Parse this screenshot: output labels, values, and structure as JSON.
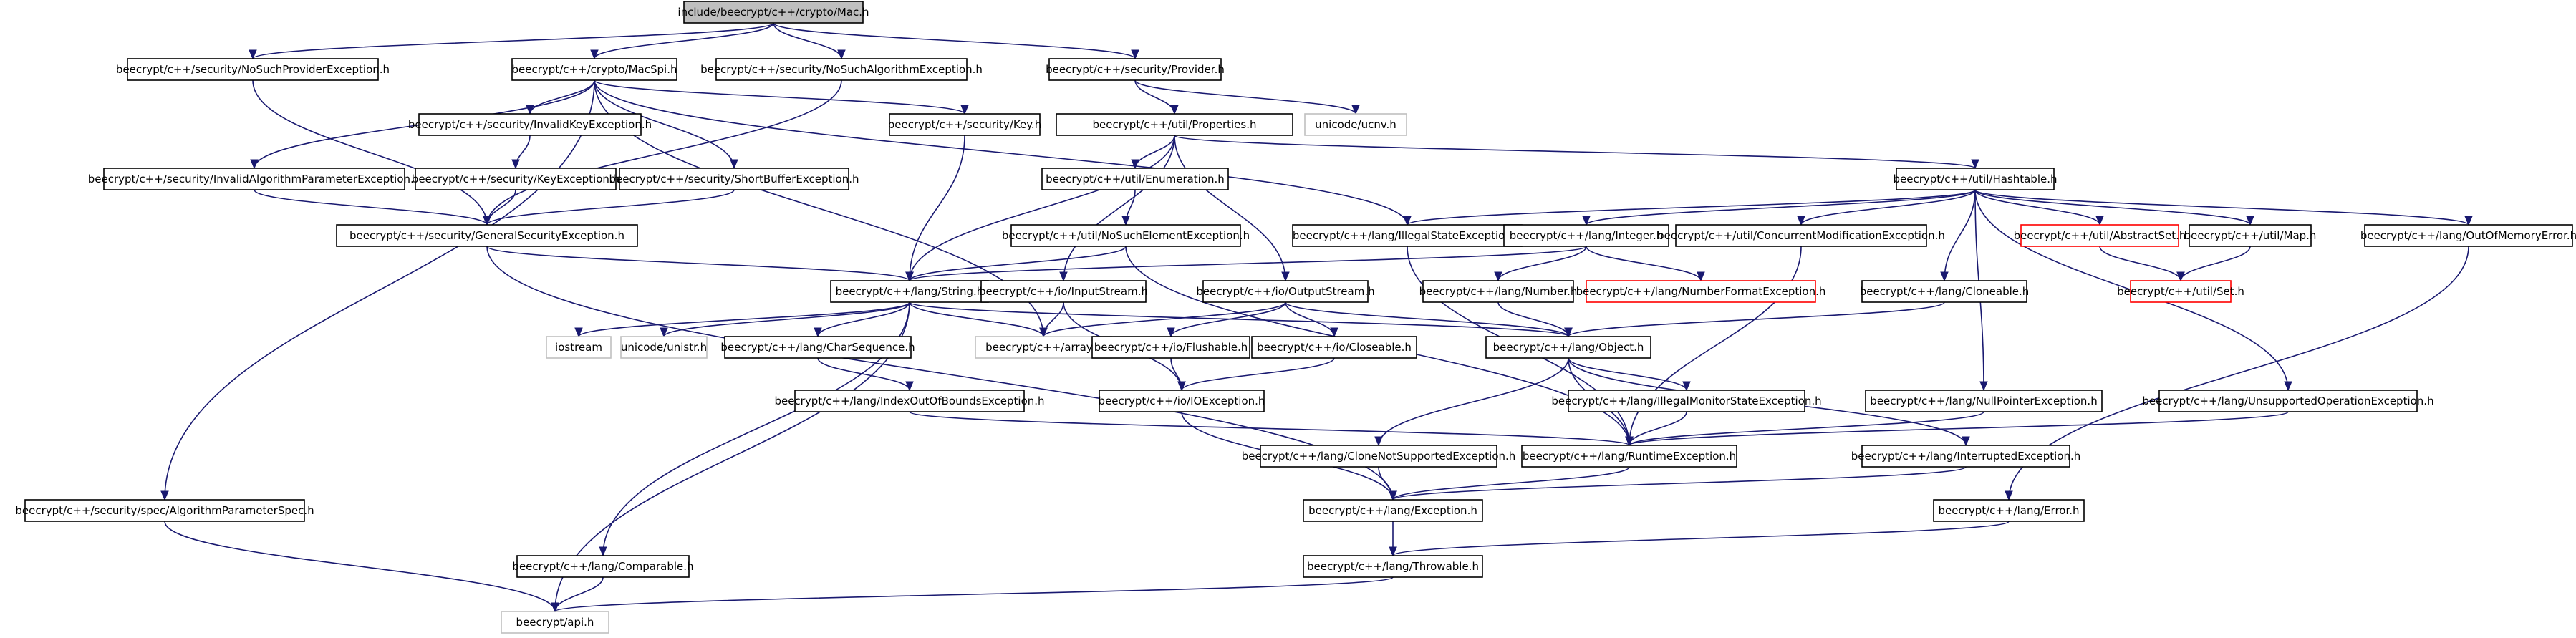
{
  "graph": {
    "nodes": [
      {
        "id": "mac",
        "label": "include/beecrypt/c++/crypto/Mac.h",
        "kind": "root"
      },
      {
        "id": "nsprov",
        "label": "beecrypt/c++/security/NoSuchProviderException.h"
      },
      {
        "id": "macspi",
        "label": "beecrypt/c++/crypto/MacSpi.h"
      },
      {
        "id": "nsalg",
        "label": "beecrypt/c++/security/NoSuchAlgorithmException.h"
      },
      {
        "id": "provider",
        "label": "beecrypt/c++/security/Provider.h"
      },
      {
        "id": "invkey",
        "label": "beecrypt/c++/security/InvalidKeyException.h"
      },
      {
        "id": "key",
        "label": "beecrypt/c++/security/Key.h"
      },
      {
        "id": "props",
        "label": "beecrypt/c++/util/Properties.h"
      },
      {
        "id": "ucnv",
        "label": "unicode/ucnv.h",
        "kind": "external"
      },
      {
        "id": "invalgparam",
        "label": "beecrypt/c++/security/InvalidAlgorithmParameterException.h"
      },
      {
        "id": "keyex",
        "label": "beecrypt/c++/security/KeyException.h"
      },
      {
        "id": "shortbuf",
        "label": "beecrypt/c++/security/ShortBufferException.h"
      },
      {
        "id": "enumeration",
        "label": "beecrypt/c++/util/Enumeration.h"
      },
      {
        "id": "hashtable",
        "label": "beecrypt/c++/util/Hashtable.h"
      },
      {
        "id": "gensec",
        "label": "beecrypt/c++/security/GeneralSecurityException.h"
      },
      {
        "id": "nosuchelem",
        "label": "beecrypt/c++/util/NoSuchElementException.h"
      },
      {
        "id": "illegalstate",
        "label": "beecrypt/c++/lang/IllegalStateException.h"
      },
      {
        "id": "integer",
        "label": "beecrypt/c++/lang/Integer.h"
      },
      {
        "id": "concmod",
        "label": "beecrypt/c++/util/ConcurrentModificationException.h"
      },
      {
        "id": "abstractset",
        "label": "beecrypt/c++/util/AbstractSet.h",
        "kind": "missing"
      },
      {
        "id": "map",
        "label": "beecrypt/c++/util/Map.h"
      },
      {
        "id": "oom",
        "label": "beecrypt/c++/lang/OutOfMemoryError.h"
      },
      {
        "id": "string",
        "label": "beecrypt/c++/lang/String.h"
      },
      {
        "id": "inputstream",
        "label": "beecrypt/c++/io/InputStream.h"
      },
      {
        "id": "outputstream",
        "label": "beecrypt/c++/io/OutputStream.h"
      },
      {
        "id": "number",
        "label": "beecrypt/c++/lang/Number.h"
      },
      {
        "id": "numfmt",
        "label": "beecrypt/c++/lang/NumberFormatException.h",
        "kind": "missing"
      },
      {
        "id": "cloneable",
        "label": "beecrypt/c++/lang/Cloneable.h"
      },
      {
        "id": "set",
        "label": "beecrypt/c++/util/Set.h",
        "kind": "missing"
      },
      {
        "id": "iostream",
        "label": "iostream",
        "kind": "external"
      },
      {
        "id": "unistr",
        "label": "unicode/unistr.h",
        "kind": "external"
      },
      {
        "id": "charseq",
        "label": "beecrypt/c++/lang/CharSequence.h"
      },
      {
        "id": "array",
        "label": "beecrypt/c++/array.h",
        "kind": "external"
      },
      {
        "id": "flushable",
        "label": "beecrypt/c++/io/Flushable.h"
      },
      {
        "id": "closeable",
        "label": "beecrypt/c++/io/Closeable.h"
      },
      {
        "id": "object",
        "label": "beecrypt/c++/lang/Object.h"
      },
      {
        "id": "indexoob",
        "label": "beecrypt/c++/lang/IndexOutOfBoundsException.h"
      },
      {
        "id": "ioex",
        "label": "beecrypt/c++/io/IOException.h"
      },
      {
        "id": "illegalmon",
        "label": "beecrypt/c++/lang/IllegalMonitorStateException.h"
      },
      {
        "id": "nullptr",
        "label": "beecrypt/c++/lang/NullPointerException.h"
      },
      {
        "id": "unsupported",
        "label": "beecrypt/c++/lang/UnsupportedOperationException.h"
      },
      {
        "id": "clonenot",
        "label": "beecrypt/c++/lang/CloneNotSupportedException.h"
      },
      {
        "id": "runtime",
        "label": "beecrypt/c++/lang/RuntimeException.h"
      },
      {
        "id": "interrupted",
        "label": "beecrypt/c++/lang/InterruptedException.h"
      },
      {
        "id": "algparamspec",
        "label": "beecrypt/c++/security/spec/AlgorithmParameterSpec.h"
      },
      {
        "id": "exception",
        "label": "beecrypt/c++/lang/Exception.h"
      },
      {
        "id": "error",
        "label": "beecrypt/c++/lang/Error.h"
      },
      {
        "id": "comparable",
        "label": "beecrypt/c++/lang/Comparable.h"
      },
      {
        "id": "throwable",
        "label": "beecrypt/c++/lang/Throwable.h"
      },
      {
        "id": "api",
        "label": "beecrypt/api.h",
        "kind": "external"
      }
    ],
    "edges": [
      [
        "mac",
        "nsprov"
      ],
      [
        "mac",
        "macspi"
      ],
      [
        "mac",
        "nsalg"
      ],
      [
        "mac",
        "provider"
      ],
      [
        "nsprov",
        "gensec"
      ],
      [
        "macspi",
        "invkey"
      ],
      [
        "macspi",
        "key"
      ],
      [
        "macspi",
        "invalgparam"
      ],
      [
        "macspi",
        "shortbuf"
      ],
      [
        "macspi",
        "illegalstate"
      ],
      [
        "macspi",
        "algparamspec"
      ],
      [
        "macspi",
        "array"
      ],
      [
        "nsalg",
        "gensec"
      ],
      [
        "provider",
        "props"
      ],
      [
        "provider",
        "ucnv"
      ],
      [
        "invkey",
        "keyex"
      ],
      [
        "keyex",
        "gensec"
      ],
      [
        "key",
        "string"
      ],
      [
        "props",
        "enumeration"
      ],
      [
        "props",
        "hashtable"
      ],
      [
        "props",
        "string"
      ],
      [
        "props",
        "inputstream"
      ],
      [
        "props",
        "outputstream"
      ],
      [
        "invalgparam",
        "gensec"
      ],
      [
        "shortbuf",
        "gensec"
      ],
      [
        "enumeration",
        "nosuchelem"
      ],
      [
        "hashtable",
        "illegalstate"
      ],
      [
        "hashtable",
        "integer"
      ],
      [
        "hashtable",
        "concmod"
      ],
      [
        "hashtable",
        "abstractset"
      ],
      [
        "hashtable",
        "map"
      ],
      [
        "hashtable",
        "oom"
      ],
      [
        "hashtable",
        "cloneable"
      ],
      [
        "hashtable",
        "nullptr"
      ],
      [
        "hashtable",
        "unsupported"
      ],
      [
        "gensec",
        "string"
      ],
      [
        "gensec",
        "exception"
      ],
      [
        "nosuchelem",
        "string"
      ],
      [
        "nosuchelem",
        "runtime"
      ],
      [
        "illegalstate",
        "runtime"
      ],
      [
        "integer",
        "string"
      ],
      [
        "integer",
        "number"
      ],
      [
        "integer",
        "numfmt"
      ],
      [
        "concmod",
        "runtime"
      ],
      [
        "abstractset",
        "set"
      ],
      [
        "map",
        "set"
      ],
      [
        "oom",
        "error"
      ],
      [
        "string",
        "iostream"
      ],
      [
        "string",
        "unistr"
      ],
      [
        "string",
        "charseq"
      ],
      [
        "string",
        "array"
      ],
      [
        "string",
        "object"
      ],
      [
        "string",
        "comparable"
      ],
      [
        "string",
        "api"
      ],
      [
        "inputstream",
        "array"
      ],
      [
        "inputstream",
        "ioex"
      ],
      [
        "outputstream",
        "array"
      ],
      [
        "outputstream",
        "flushable"
      ],
      [
        "outputstream",
        "closeable"
      ],
      [
        "outputstream",
        "object"
      ],
      [
        "number",
        "object"
      ],
      [
        "cloneable",
        "object"
      ],
      [
        "charseq",
        "indexoob"
      ],
      [
        "flushable",
        "ioex"
      ],
      [
        "closeable",
        "ioex"
      ],
      [
        "object",
        "clonenot"
      ],
      [
        "object",
        "runtime"
      ],
      [
        "object",
        "illegalmon"
      ],
      [
        "object",
        "interrupted"
      ],
      [
        "indexoob",
        "runtime"
      ],
      [
        "ioex",
        "exception"
      ],
      [
        "illegalmon",
        "runtime"
      ],
      [
        "nullptr",
        "runtime"
      ],
      [
        "unsupported",
        "runtime"
      ],
      [
        "clonenot",
        "exception"
      ],
      [
        "runtime",
        "exception"
      ],
      [
        "interrupted",
        "exception"
      ],
      [
        "algparamspec",
        "api"
      ],
      [
        "exception",
        "throwable"
      ],
      [
        "error",
        "throwable"
      ],
      [
        "comparable",
        "api"
      ],
      [
        "throwable",
        "api"
      ]
    ]
  }
}
